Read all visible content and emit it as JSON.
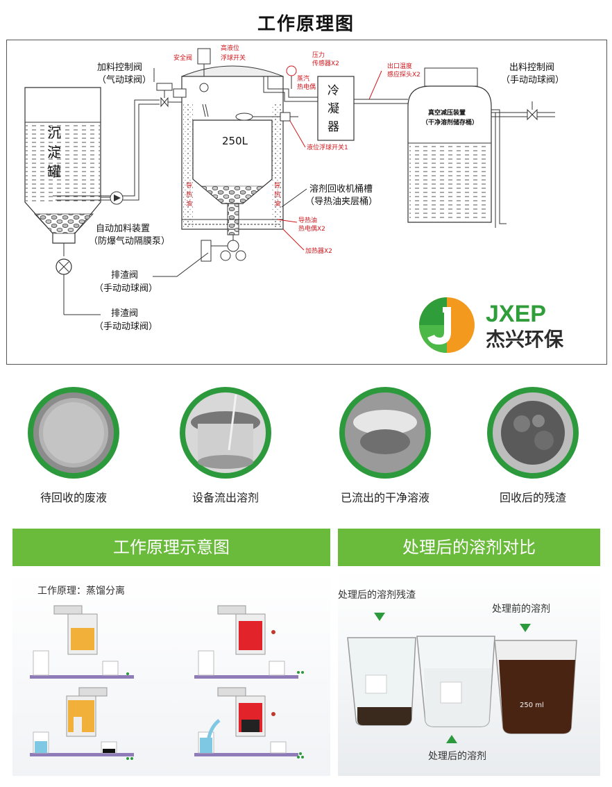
{
  "title": "工作原理图",
  "diagram": {
    "labels": {
      "settling_tank": [
        "沉",
        "淀",
        "罐"
      ],
      "feed_valve": "加料控制阀",
      "feed_valve_type": "（气动球阀）",
      "safety_valve": "安全阀",
      "high_level_switch_1": "高液位",
      "high_level_switch_2": "浮球开关",
      "pressure_sensor_1": "压力",
      "pressure_sensor_2": "传感器X2",
      "steam_thermocouple_1": "蒸汽",
      "steam_thermocouple_2": "热电偶",
      "outlet_temp_1": "出口温度",
      "outlet_temp_2": "感应探头X2",
      "condenser": [
        "冷",
        "凝",
        "器"
      ],
      "volume": "250L",
      "level_switch": "液位浮球开关1",
      "storage_1": "真空减压装置",
      "storage_2": "（干净溶剂储存桶）",
      "discharge_valve": "出料控制阀",
      "discharge_valve_type": "（手动动球阀）",
      "heat_oil_left": [
        "导",
        "热",
        "油"
      ],
      "heat_oil_right": [
        "导",
        "热",
        "油"
      ],
      "recovery_tank_1": "溶剂回收机桶槽",
      "recovery_tank_2": "（导热油夹层桶）",
      "oil_thermocouple_1": "导热油",
      "oil_thermocouple_2": "热电偶X2",
      "heater": "加热器X2",
      "auto_feed_1": "自动加料装置",
      "auto_feed_2": "（防爆气动隔膜泵）",
      "drain_valve_1": "排渣阀",
      "drain_valve_1_type": "（手动动球阀）",
      "drain_valve_2": "排渣阀",
      "drain_valve_2_type": "（手动动球阀）"
    },
    "logo": {
      "brand_en": "JXEP",
      "brand_cn": "杰兴环保"
    }
  },
  "photos": [
    {
      "caption": "待回收的废液"
    },
    {
      "caption": "设备流出溶剂"
    },
    {
      "caption": "已流出的干净溶液"
    },
    {
      "caption": "回收后的残渣"
    }
  ],
  "panels": {
    "left_title": "工作原理示意图",
    "left_subtitle": "工作原理：蒸馏分离",
    "right_title": "处理后的溶剂对比",
    "residue_label": "处理后的溶剂残渣",
    "before_label": "处理前的溶剂",
    "after_label": "处理后的溶剂",
    "beaker_mark": "250 ml"
  },
  "colors": {
    "accent_green": "#6aba3b",
    "label_red": "#d1161b",
    "logo_green": "#2f9e3a",
    "logo_orange": "#f39a1e"
  }
}
